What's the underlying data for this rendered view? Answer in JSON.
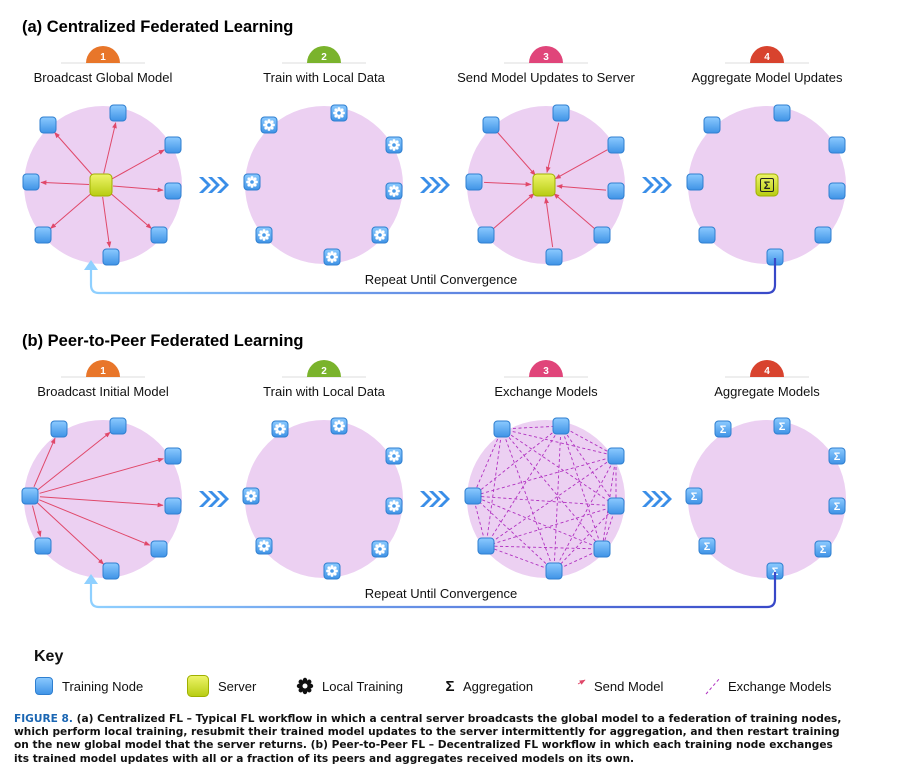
{
  "sections": [
    {
      "title": "(a) Centralized Federated Learning",
      "steps": [
        {
          "number": "1",
          "label": "Broadcast Global Model",
          "color": "#e8762a"
        },
        {
          "number": "2",
          "label": "Train with Local Data",
          "color": "#7ab32c"
        },
        {
          "number": "3",
          "label": "Send Model Updates to Server",
          "color": "#e0457a"
        },
        {
          "number": "4",
          "label": "Aggregate Model Updates",
          "color": "#d8432e"
        }
      ],
      "loop_label": "Repeat Until Convergence"
    },
    {
      "title": "(b) Peer-to-Peer Federated Learning",
      "steps": [
        {
          "number": "1",
          "label": "Broadcast Initial Model",
          "color": "#e8762a"
        },
        {
          "number": "2",
          "label": "Train with Local Data",
          "color": "#7ab32c"
        },
        {
          "number": "3",
          "label": "Exchange Models",
          "color": "#e0457a"
        },
        {
          "number": "4",
          "label": "Aggregate Models",
          "color": "#d8432e"
        }
      ],
      "loop_label": "Repeat Until Convergence"
    }
  ],
  "key": {
    "title": "Key",
    "items": [
      {
        "icon": "training-node-icon",
        "label": "Training Node"
      },
      {
        "icon": "server-icon",
        "label": "Server"
      },
      {
        "icon": "gear-icon",
        "label": "Local Training"
      },
      {
        "icon": "sigma-icon",
        "label": "Aggregation"
      },
      {
        "icon": "send-arrow-icon",
        "label": "Send Model"
      },
      {
        "icon": "dashed-line-icon",
        "label": "Exchange Models"
      }
    ]
  },
  "caption": {
    "figure_label": "FIGURE 8.",
    "text": " (a) Centralized FL – Typical FL workflow in which a central server broadcasts the global model to a federation of training nodes, which perform local training, resubmit their trained model updates to the server intermittently for aggregation, and then restart training on the new global model that the server returns. (b) Peer-to-Peer FL – Decentralized FL workflow in which each training node exchanges its trained model updates with all or a fraction of its peers and aggregates received models on its own."
  },
  "colors": {
    "node_fill": "#5aa8f0",
    "node_stroke": "#2f7fd0",
    "server_fill": "#d4e62a",
    "circle_fill": "#ecd0f2",
    "send_arrow": "#e0486a",
    "exchange_line": "#b030c0",
    "loop_arrow": "#3a5fd0",
    "chevron": "#3a8ee8"
  }
}
